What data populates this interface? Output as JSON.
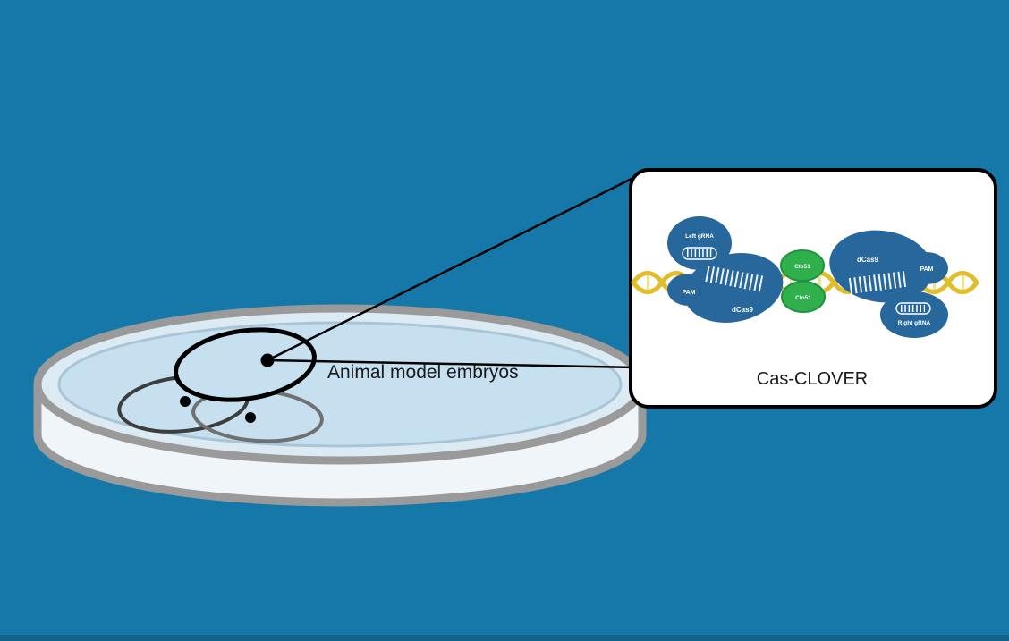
{
  "colors": {
    "background": "#1678a8",
    "dish_rim": "#9a9a9a",
    "dish_wall": "#eff5f9",
    "dish_surface": "#dceaf4",
    "dish_liquid": "#c6e0f0",
    "inner_rim_line": "#a9c5d6",
    "blob_blue": "#27679b",
    "clover_green": "#2fb04c",
    "clover_green_dark": "#1e9440",
    "dna_gold": "#e2bd2b",
    "dna_tick": "#f2e18c",
    "callout_bg": "#ffffff",
    "callout_border": "#000000",
    "connector": "#000000",
    "text": "#1a1a1a"
  },
  "labels": {
    "embryos": "Animal model embryos",
    "callout_title": "Cas-CLOVER"
  },
  "callout": {
    "left_grna": "Left gRNA",
    "left_pam": "PAM",
    "left_dcas9": "dCas9",
    "clo51_top": "Clo51",
    "clo51_bottom": "Clo51",
    "right_dcas9": "dCas9",
    "right_pam": "PAM",
    "right_grna": "Right gRNA"
  }
}
